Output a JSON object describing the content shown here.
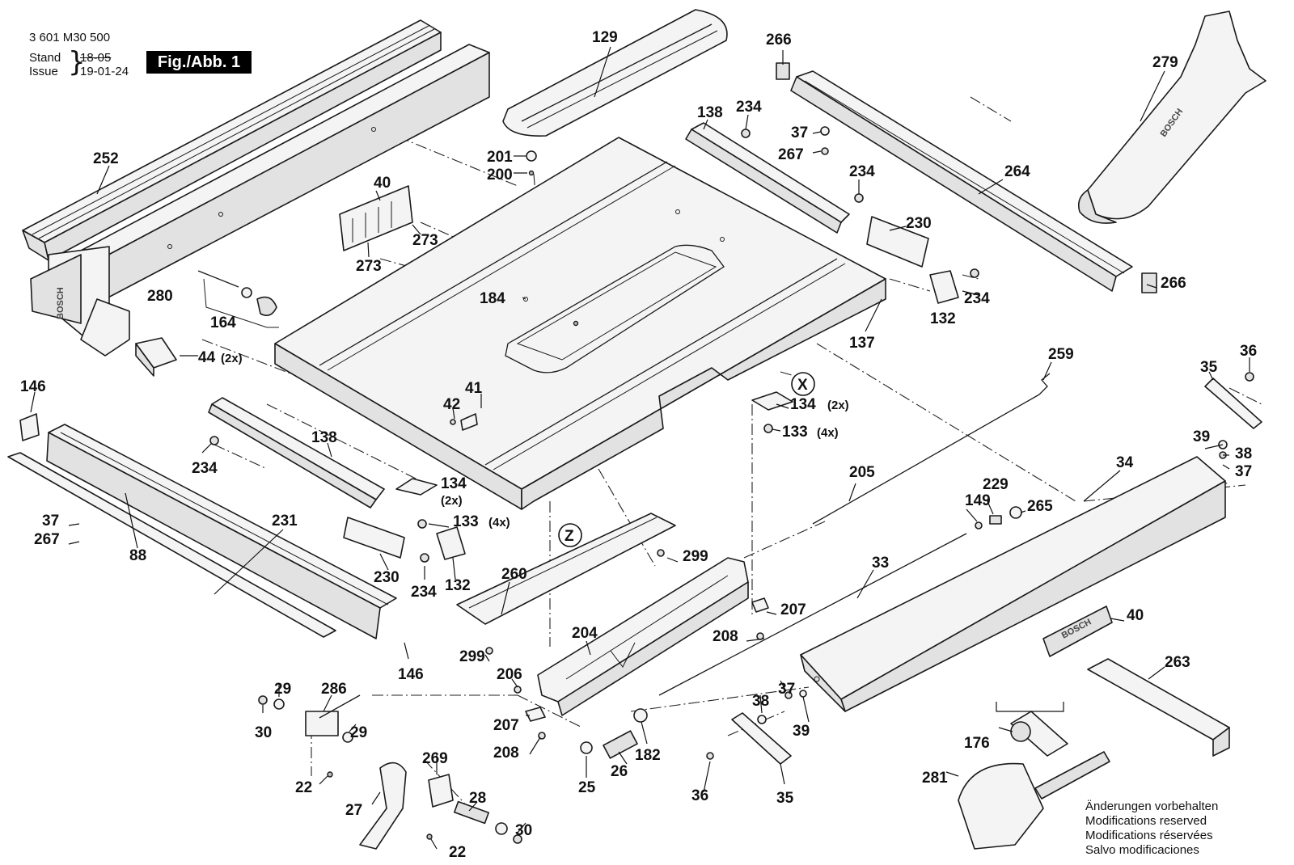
{
  "header": {
    "part_number": "3 601 M30 500",
    "stand_label": "Stand",
    "issue_label": "Issue",
    "stand_date": "18-05",
    "issue_date": "19-01-24",
    "figure_label": "Fig./Abb. 1"
  },
  "notes": {
    "line1": "Änderungen vorbehalten",
    "line2": "Modifications reserved",
    "line3": "Modifications réservées",
    "line4": "Salvo modificaciones"
  },
  "circle_markers": [
    "X",
    "Z"
  ],
  "brand_text": "BOSCH",
  "part_labels": [
    {
      "id": "129",
      "text": "129"
    },
    {
      "id": "266a",
      "text": "266"
    },
    {
      "id": "279",
      "text": "279"
    },
    {
      "id": "252",
      "text": "252"
    },
    {
      "id": "138a",
      "text": "138"
    },
    {
      "id": "234a",
      "text": "234"
    },
    {
      "id": "37a",
      "text": "37"
    },
    {
      "id": "267a",
      "text": "267"
    },
    {
      "id": "201",
      "text": "201"
    },
    {
      "id": "200",
      "text": "200"
    },
    {
      "id": "264",
      "text": "264"
    },
    {
      "id": "40a",
      "text": "40"
    },
    {
      "id": "234b",
      "text": "234"
    },
    {
      "id": "230a",
      "text": "230"
    },
    {
      "id": "273a",
      "text": "273"
    },
    {
      "id": "273b",
      "text": "273"
    },
    {
      "id": "280",
      "text": "280"
    },
    {
      "id": "266b",
      "text": "266"
    },
    {
      "id": "164",
      "text": "164"
    },
    {
      "id": "184",
      "text": "184"
    },
    {
      "id": "132a",
      "text": "132"
    },
    {
      "id": "234c",
      "text": "234"
    },
    {
      "id": "137",
      "text": "137"
    },
    {
      "id": "44",
      "text": "44"
    },
    {
      "id": "259",
      "text": "259"
    },
    {
      "id": "36a",
      "text": "36"
    },
    {
      "id": "146a",
      "text": "146"
    },
    {
      "id": "41",
      "text": "41"
    },
    {
      "id": "42",
      "text": "42"
    },
    {
      "id": "35a",
      "text": "35"
    },
    {
      "id": "134a",
      "text": "134"
    },
    {
      "id": "133a",
      "text": "133"
    },
    {
      "id": "138b",
      "text": "138"
    },
    {
      "id": "39a",
      "text": "39"
    },
    {
      "id": "38a",
      "text": "38"
    },
    {
      "id": "37b",
      "text": "37"
    },
    {
      "id": "234d",
      "text": "234"
    },
    {
      "id": "205",
      "text": "205"
    },
    {
      "id": "34",
      "text": "34"
    },
    {
      "id": "134b",
      "text": "134"
    },
    {
      "id": "229",
      "text": "229"
    },
    {
      "id": "149",
      "text": "149"
    },
    {
      "id": "265",
      "text": "265"
    },
    {
      "id": "37c",
      "text": "37"
    },
    {
      "id": "133b",
      "text": "133"
    },
    {
      "id": "231",
      "text": "231"
    },
    {
      "id": "267b",
      "text": "267"
    },
    {
      "id": "88",
      "text": "88"
    },
    {
      "id": "299a",
      "text": "299"
    },
    {
      "id": "33",
      "text": "33"
    },
    {
      "id": "260",
      "text": "260"
    },
    {
      "id": "230b",
      "text": "230"
    },
    {
      "id": "132b",
      "text": "132"
    },
    {
      "id": "234e",
      "text": "234"
    },
    {
      "id": "207a",
      "text": "207"
    },
    {
      "id": "40b",
      "text": "40"
    },
    {
      "id": "204",
      "text": "204"
    },
    {
      "id": "208a",
      "text": "208"
    },
    {
      "id": "299b",
      "text": "299"
    },
    {
      "id": "146b",
      "text": "146"
    },
    {
      "id": "263",
      "text": "263"
    },
    {
      "id": "206",
      "text": "206"
    },
    {
      "id": "29a",
      "text": "29"
    },
    {
      "id": "286",
      "text": "286"
    },
    {
      "id": "37d",
      "text": "37"
    },
    {
      "id": "38b",
      "text": "38"
    },
    {
      "id": "30a",
      "text": "30"
    },
    {
      "id": "39b",
      "text": "39"
    },
    {
      "id": "176",
      "text": "176"
    },
    {
      "id": "29b",
      "text": "29"
    },
    {
      "id": "207b",
      "text": "207"
    },
    {
      "id": "269",
      "text": "269"
    },
    {
      "id": "182",
      "text": "182"
    },
    {
      "id": "208b",
      "text": "208"
    },
    {
      "id": "26",
      "text": "26"
    },
    {
      "id": "281",
      "text": "281"
    },
    {
      "id": "22a",
      "text": "22"
    },
    {
      "id": "25",
      "text": "25"
    },
    {
      "id": "36b",
      "text": "36"
    },
    {
      "id": "35b",
      "text": "35"
    },
    {
      "id": "27",
      "text": "27"
    },
    {
      "id": "28",
      "text": "28"
    },
    {
      "id": "30b",
      "text": "30"
    },
    {
      "id": "22b",
      "text": "22"
    }
  ],
  "quantity_notes": [
    {
      "id": "44",
      "text": "(2x)"
    },
    {
      "id": "134a",
      "text": "(2x)"
    },
    {
      "id": "133a",
      "text": "(4x)"
    },
    {
      "id": "134b",
      "text": "(2x)"
    },
    {
      "id": "133b",
      "text": "(4x)"
    }
  ]
}
